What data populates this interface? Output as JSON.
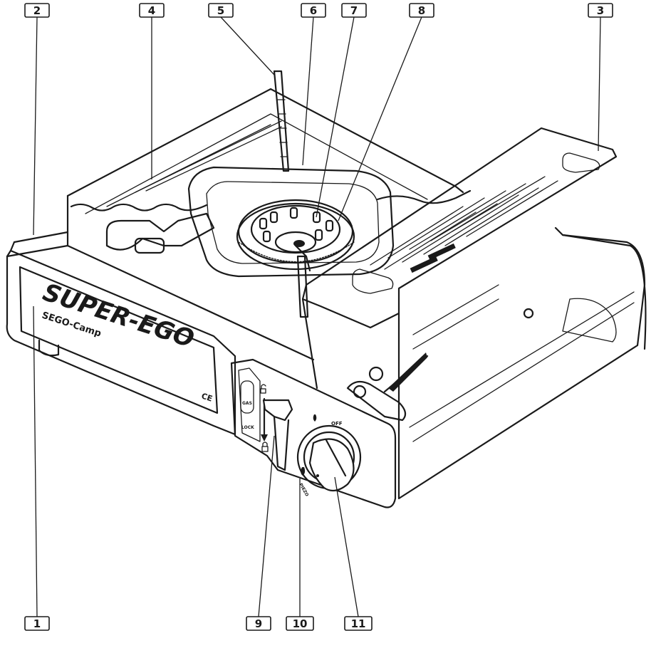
{
  "product": {
    "brand_text": "SUPER-EGO",
    "model_text": "SEGO-Camp",
    "ce_mark": "CE"
  },
  "panel_labels": {
    "gas": "GAS",
    "lock": "LOCK",
    "off": "OFF",
    "piezo": "PIEZO"
  },
  "callouts": [
    {
      "id": "1",
      "label": "1"
    },
    {
      "id": "2",
      "label": "2"
    },
    {
      "id": "3",
      "label": "3"
    },
    {
      "id": "4",
      "label": "4"
    },
    {
      "id": "5",
      "label": "5"
    },
    {
      "id": "6",
      "label": "6"
    },
    {
      "id": "7",
      "label": "7"
    },
    {
      "id": "8",
      "label": "8"
    },
    {
      "id": "9",
      "label": "9"
    },
    {
      "id": "10",
      "label": "10"
    },
    {
      "id": "11",
      "label": "11"
    }
  ],
  "icons": [
    "lock-open-icon",
    "lock-closed-icon",
    "flame-icon",
    "arrow-down-icon"
  ]
}
